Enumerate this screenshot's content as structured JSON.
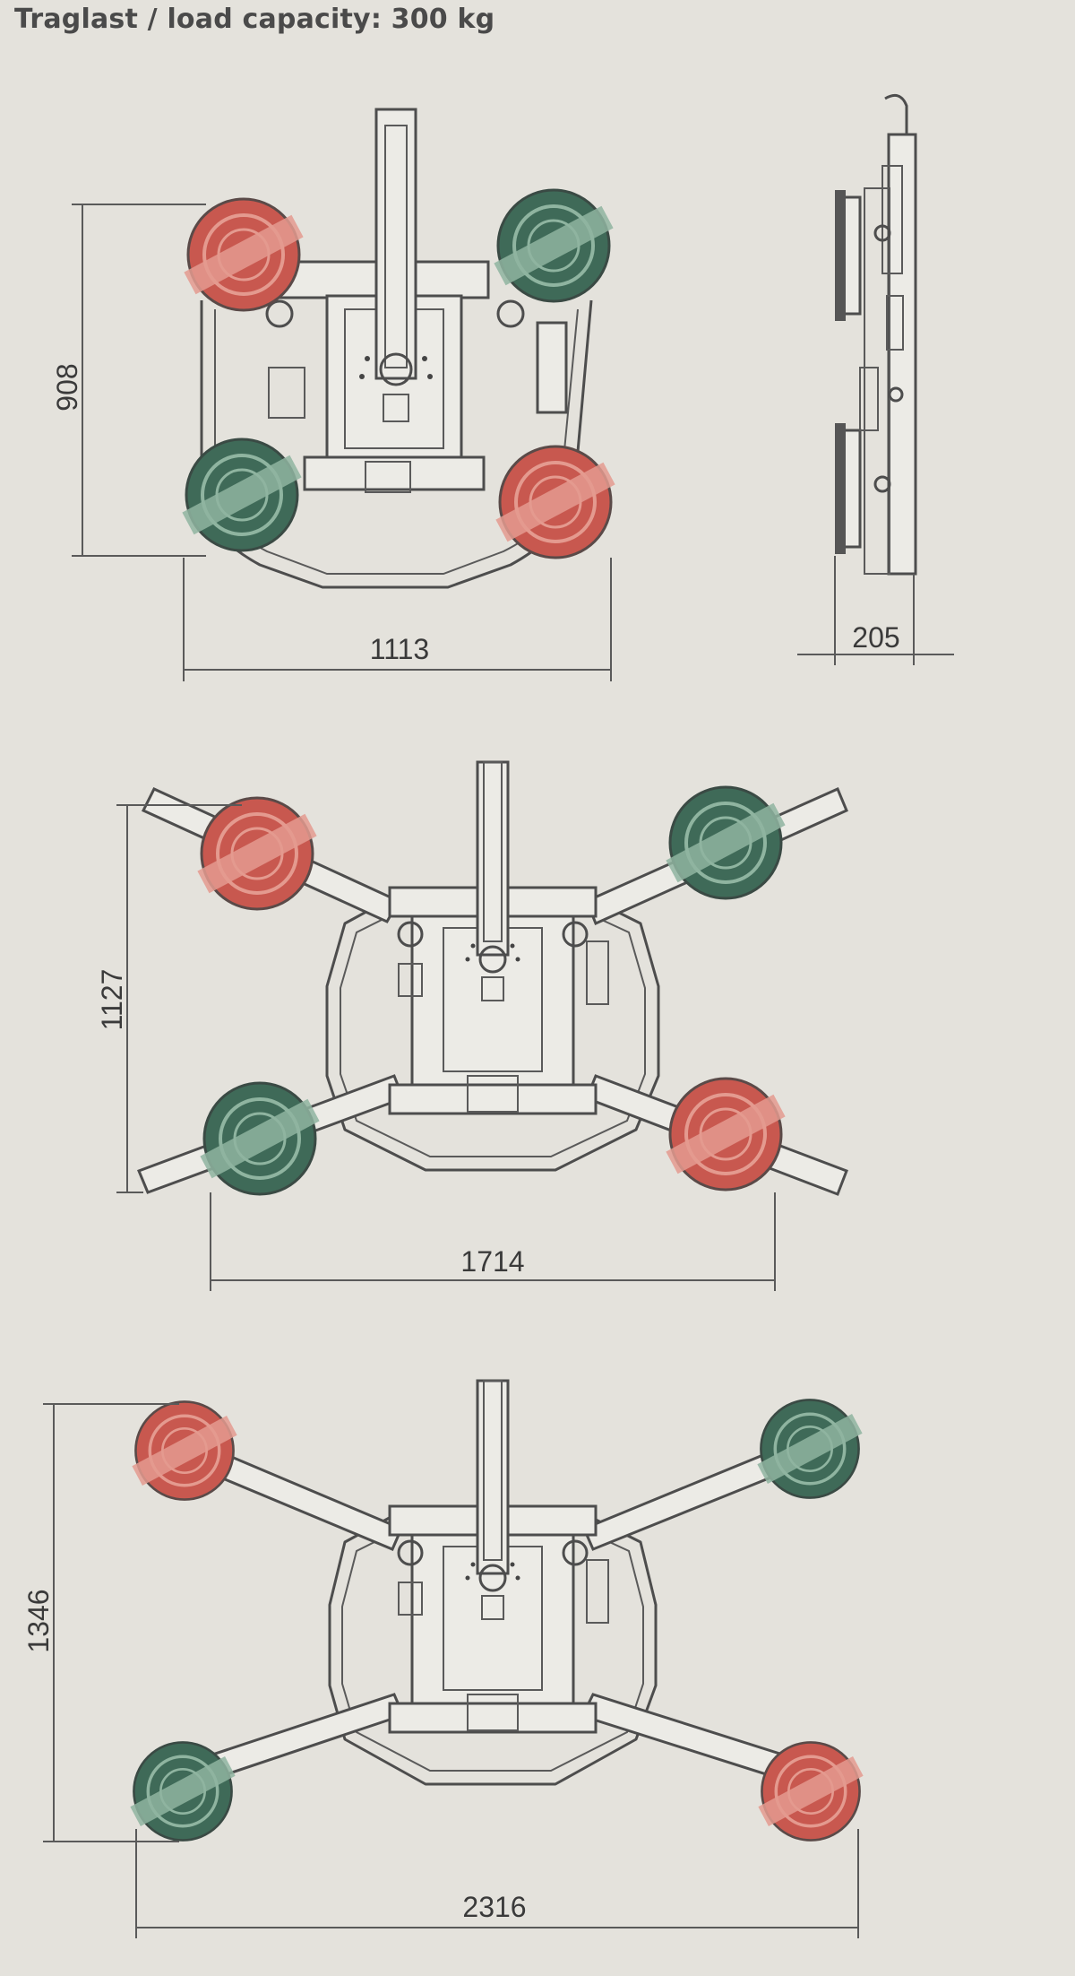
{
  "title": "Traglast / load capacity: 300 kg",
  "colors": {
    "red_cup": "#c8584f",
    "red_cup_light": "#e49a8f",
    "green_cup": "#3f6a58",
    "green_cup_light": "#8fb4a0",
    "background": "#e4e2dc",
    "line": "#4d4d4d"
  },
  "views": [
    {
      "id": "compact-top",
      "height_label": "908",
      "width_label": "1113"
    },
    {
      "id": "compact-side",
      "depth_label": "205"
    },
    {
      "id": "medium-top",
      "height_label": "1127",
      "width_label": "1714"
    },
    {
      "id": "extended-top",
      "height_label": "1346",
      "width_label": "2316"
    }
  ]
}
